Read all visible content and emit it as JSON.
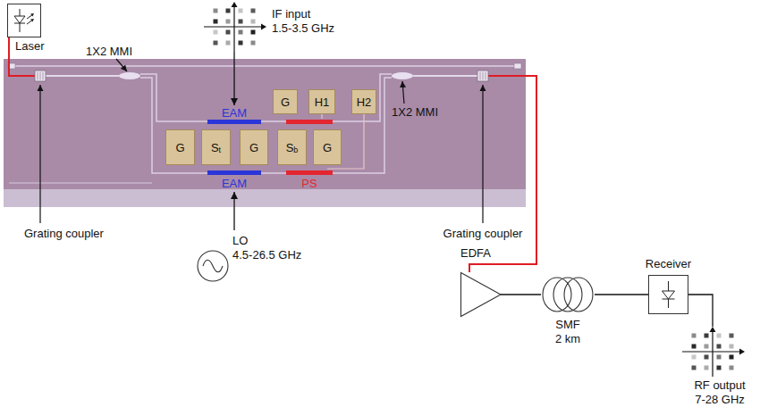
{
  "diagram": {
    "nodes": [
      {
        "text": [
          "Laser"
        ]
      },
      {
        "text": [
          "IF input",
          "1.5-3.5 GHz"
        ]
      },
      {
        "text": [
          "Grating coupler"
        ]
      },
      {
        "text": [
          "G"
        ]
      },
      {
        "text": [
          "H1"
        ]
      },
      {
        "text": [
          "H2"
        ]
      },
      {
        "text": [
          "EAM"
        ]
      },
      {
        "text": [
          "G"
        ]
      },
      {
        "text": [
          "S",
          "t"
        ]
      },
      {
        "text": [
          "G"
        ]
      },
      {
        "text": [
          "S",
          "b"
        ]
      },
      {
        "text": [
          "G"
        ]
      },
      {
        "text": [
          "EAM"
        ]
      },
      {
        "text": [
          "PS"
        ]
      },
      {
        "text": [
          "Grating coupler"
        ]
      },
      {
        "text": [
          "LO",
          "4.5-26.5 GHz"
        ]
      },
      {
        "text": [
          "EDFA"
        ]
      },
      {
        "text": [
          "SMF",
          "2 km"
        ]
      },
      {
        "text": [
          "Receiver"
        ]
      },
      {
        "text": [
          "RF output",
          "7-28 GHz"
        ]
      }
    ],
    "edges": [
      {
        "from": 0,
        "to": 2,
        "arrow": "none"
      },
      {
        "from": 1,
        "to": 6,
        "arrow": "to"
      },
      {
        "from": 15,
        "to": 12,
        "arrow": "to"
      },
      {
        "from": 14,
        "to": 16,
        "arrow": "none"
      },
      {
        "from": 16,
        "to": 17,
        "arrow": "none"
      },
      {
        "from": 17,
        "to": 18,
        "arrow": "none"
      },
      {
        "from": 18,
        "to": 19,
        "arrow": "none"
      }
    ],
    "labels": [
      "1X2 MMI",
      "1X2 MMI"
    ]
  }
}
